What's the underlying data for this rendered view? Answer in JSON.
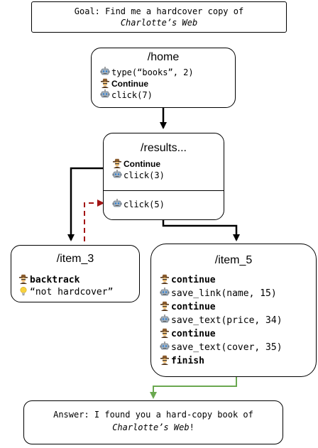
{
  "goal": {
    "prefix": "Goal: Find me a hardcover copy of",
    "book": "Charlotte’s Web"
  },
  "home": {
    "title": "/home",
    "steps": [
      {
        "icon": "robot-icon",
        "text": "type(“books”, 2)",
        "bold": false
      },
      {
        "icon": "detective-icon",
        "text": "Continue",
        "bold": true
      },
      {
        "icon": "robot-icon",
        "text": "click(7)",
        "bold": false
      }
    ]
  },
  "results": {
    "title": "/results...",
    "steps": [
      {
        "icon": "detective-icon",
        "text": "Continue",
        "bold": true
      },
      {
        "icon": "robot-icon",
        "text": "click(3)",
        "bold": false
      }
    ],
    "second": {
      "icon": "robot-icon",
      "text": "click(5)"
    }
  },
  "item3": {
    "title": "/item_3",
    "steps": [
      {
        "icon": "detective-icon",
        "text": "backtrack",
        "bold": true
      },
      {
        "icon": "lightbulb-icon",
        "text": "“not hardcover”",
        "bold": false
      }
    ]
  },
  "item5": {
    "title": "/item_5",
    "steps": [
      {
        "icon": "detective-icon",
        "text": "continue",
        "bold": true
      },
      {
        "icon": "robot-icon",
        "text": "save_link(name, 15)",
        "bold": false
      },
      {
        "icon": "detective-icon",
        "text": "continue",
        "bold": true
      },
      {
        "icon": "robot-icon",
        "text": "save_text(price, 34)",
        "bold": false
      },
      {
        "icon": "detective-icon",
        "text": "continue",
        "bold": true
      },
      {
        "icon": "robot-icon",
        "text": "save_text(cover, 35)",
        "bold": false
      },
      {
        "icon": "detective-icon",
        "text": "finish",
        "bold": true
      }
    ]
  },
  "answer": {
    "prefix": "Answer: I found you a hard-copy book of",
    "book": "Charlotte’s Web",
    "suffix": "!"
  },
  "colors": {
    "backtrack_arrow": "#a31515",
    "answer_arrow": "#6aa84f",
    "edge": "#000000"
  }
}
